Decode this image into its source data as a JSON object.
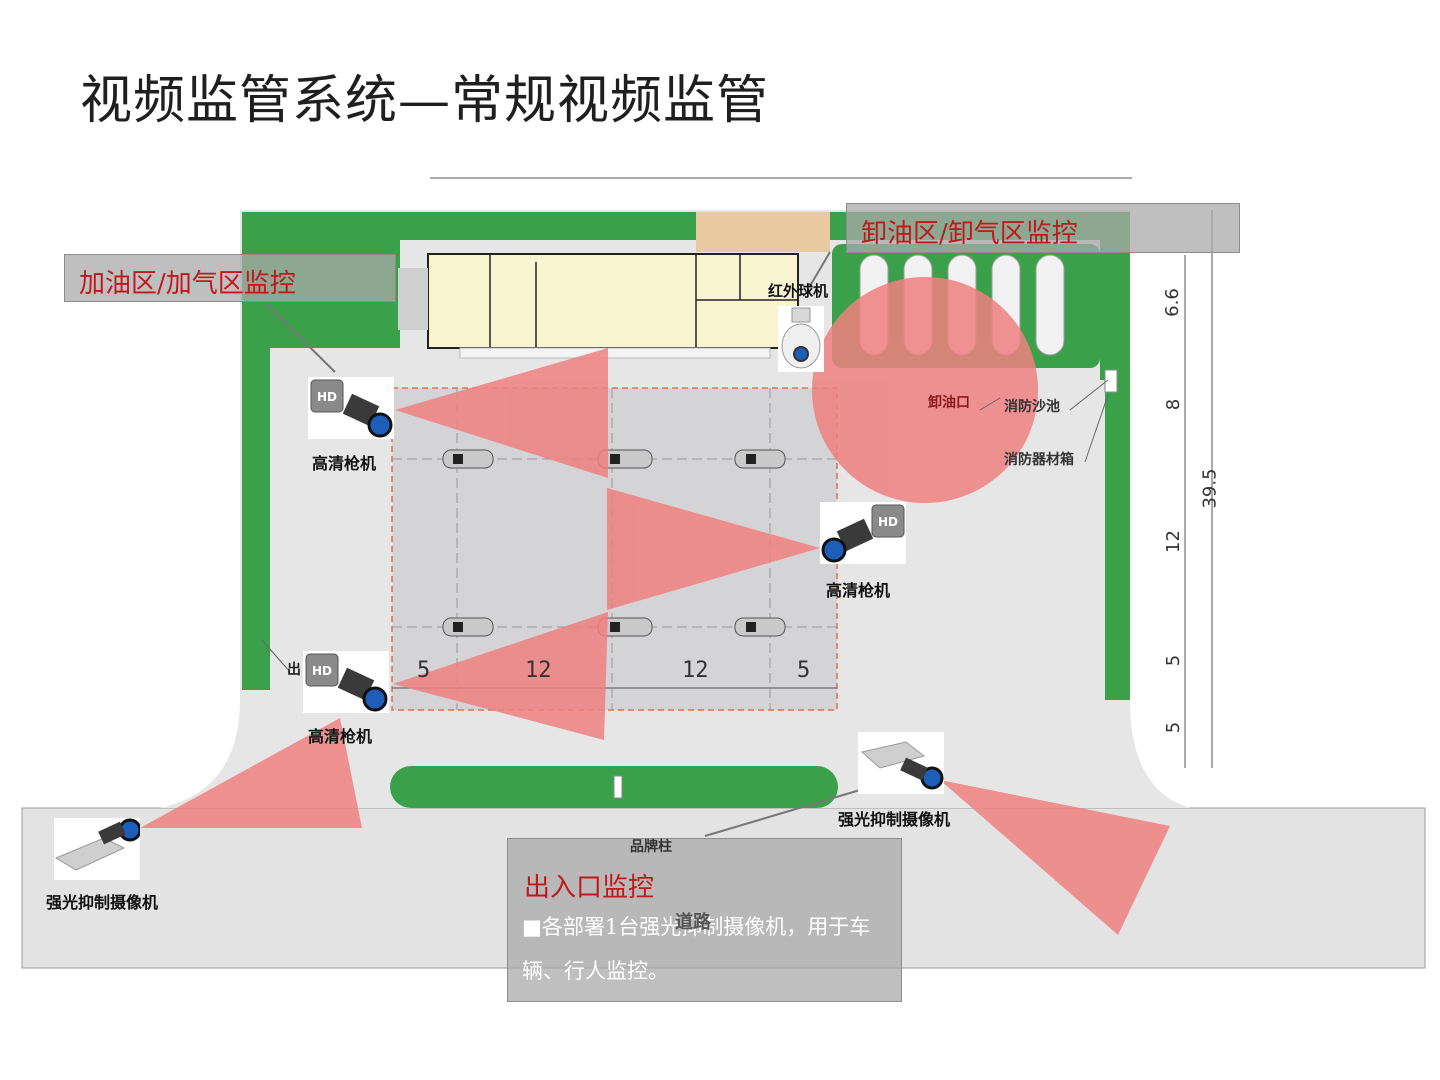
{
  "title": "视频监管系统—常规视频监管",
  "callouts": {
    "fueling_area": "加油区/加气区监控",
    "unloading_area": "卸油区/卸气区监控",
    "entrance": {
      "title": "出入口监控",
      "text": "■各部署1台强光抑制摄像机，用于车辆、行人监控。"
    }
  },
  "cameras": {
    "hd_gun_1": "高清枪机",
    "hd_gun_2": "高清枪机",
    "hd_gun_3": "高清枪机",
    "ir_dome": "红外球机",
    "glare_1": "强光抑制摄像机",
    "glare_2": "强光抑制摄像机"
  },
  "plan_labels": {
    "unload_port": "卸油口",
    "fire_sand": "消防沙池",
    "fire_equipment": "消防器材箱",
    "brand_pillar": "品牌柱",
    "road": "道路",
    "exit": "出"
  },
  "dimensions": {
    "horizontal": [
      "5",
      "12",
      "12",
      "5"
    ],
    "vertical": [
      "6.6",
      "8",
      "12",
      "5",
      "5"
    ],
    "total": "39.5"
  },
  "colors": {
    "green": "#3aa14a",
    "coverage": "#f08080",
    "title_red": "#c0181c"
  }
}
